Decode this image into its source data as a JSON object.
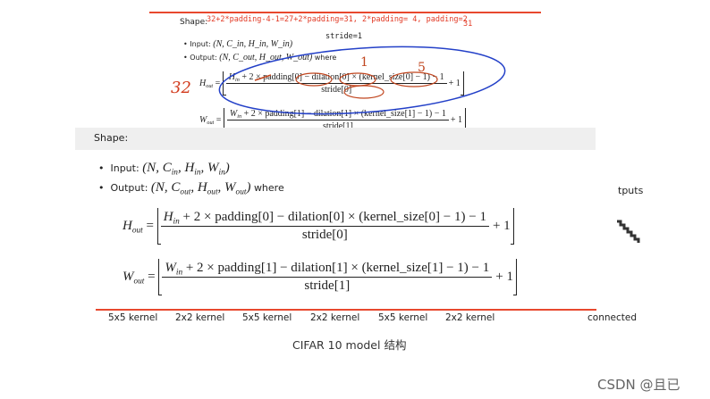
{
  "top_snippet": {
    "shape_label": "Shape:",
    "annotation_formula": "32+2*padding-4-1=27+2*padding=31, 2*padding= 4, padding=2",
    "annotation_result": "31",
    "stride_note": "stride=1",
    "input_bullet": {
      "label": "Input:",
      "math": "(N, C_in, H_in, W_in)"
    },
    "output_bullet": {
      "label": "Output:",
      "math": "(N, C_out, H_out, W_out)",
      "suffix": "where"
    },
    "h_formula": {
      "lhs": "H",
      "lhs_sub": "out",
      "num_a": "H",
      "num_a_sub": "in",
      "num_rest": "+ 2 × padding[0] − dilation[0] × (kernel_size[0] − 1) − 1",
      "den": "stride[0]",
      "tail": "+ 1"
    },
    "w_formula": {
      "lhs": "W",
      "lhs_sub": "out",
      "num_a": "W",
      "num_a_sub": "in",
      "num_rest": "+ 2 × padding[1] − dilation[1] × (kernel_size[1] − 1) − 1",
      "den": "stride[1]",
      "tail": "+ 1"
    },
    "handwritten": {
      "left_number": "32",
      "above_dilation": "1",
      "above_kernel": "5"
    }
  },
  "main_doc": {
    "shape_label": "Shape:",
    "input_bullet": {
      "label": "Input:",
      "var_n": "(N, C",
      "sub_c": "in",
      "rest1": ", H",
      "sub_h": "in",
      "rest2": ", W",
      "sub_w": "in",
      "close": ")"
    },
    "output_bullet": {
      "label": "Output:",
      "var_n": "(N, C",
      "sub_c": "out",
      "rest1": ", H",
      "sub_h": "out",
      "rest2": ", W",
      "sub_w": "out",
      "close": ")",
      "suffix": "where"
    },
    "h_formula": {
      "lhs": "H",
      "lhs_sub": "out",
      "num_a": "H",
      "num_a_sub": "in",
      "num_rest": "+ 2 × padding[0] − dilation[0] × (kernel_size[0] − 1) − 1",
      "den": "stride[0]",
      "tail": "+ 1"
    },
    "w_formula": {
      "lhs": "W",
      "lhs_sub": "out",
      "num_a": "W",
      "num_a_sub": "in",
      "num_rest": "+ 2 × padding[1] − dilation[1] × (kernel_size[1] − 1) − 1",
      "den": "stride[1]",
      "tail": "+ 1"
    }
  },
  "right_side": {
    "outputs_fragment": "tputs",
    "connected_fragment": "connected"
  },
  "kernel_labels": [
    "5x5 kernel",
    "2x2 kernel",
    "5x5 kernel",
    "2x2 kernel",
    "5x5 kernel",
    "2x2 kernel"
  ],
  "caption": "CIFAR 10 model 结构",
  "watermark": "CSDN @且已",
  "colors": {
    "red_rule": "#e8482e",
    "annotation_red": "#e23a25",
    "ink_blue": "#2340c8",
    "gray_band": "#efefef"
  }
}
